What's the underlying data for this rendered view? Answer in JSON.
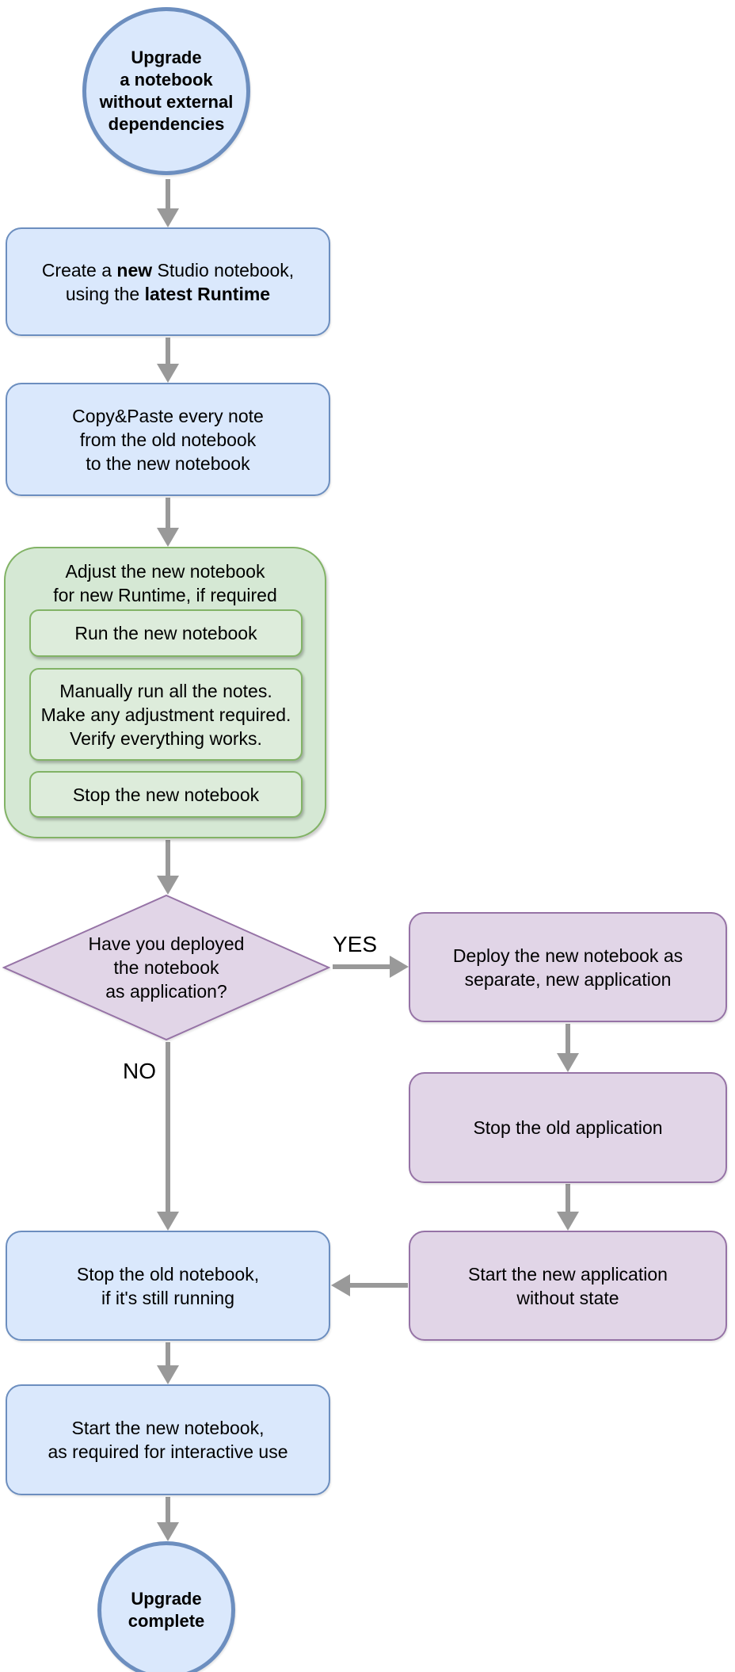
{
  "colors": {
    "blue_fill": "#dae8fc",
    "blue_stroke": "#6c8ebf",
    "circle_stroke": "#6c8ebf",
    "green_fill": "#d5e8d4",
    "green_sub_fill": "#ddecdb",
    "green_stroke": "#82b366",
    "purple_fill": "#e1d5e7",
    "purple_stroke": "#9673a6",
    "arrow": "#999999"
  },
  "labels": {
    "yes": "YES",
    "no": "NO"
  },
  "nodes": {
    "start": {
      "lines": [
        "Upgrade",
        "a notebook",
        "without external",
        "dependencies"
      ]
    },
    "create": {
      "lines": [
        "Create a **new** Studio notebook,",
        "using the **latest Runtime**"
      ]
    },
    "copy": {
      "lines": [
        "Copy&Paste every note",
        "from the old notebook",
        "to the new notebook"
      ]
    },
    "adjust_group": {
      "lines": [
        "Adjust the new notebook",
        "for new Runtime, if required"
      ]
    },
    "run": {
      "lines": [
        "Run the new notebook"
      ]
    },
    "manual": {
      "lines": [
        "Manually run all the notes.",
        "Make any adjustment required.",
        "Verify everything works."
      ]
    },
    "stop_new": {
      "lines": [
        "Stop the new notebook"
      ]
    },
    "decision": {
      "lines": [
        "Have you deployed",
        "the notebook",
        "as application?"
      ]
    },
    "deploy": {
      "lines": [
        "Deploy the new notebook as",
        "separate, new application"
      ]
    },
    "stop_old_app": {
      "lines": [
        "Stop the old application"
      ]
    },
    "start_new_app": {
      "lines": [
        "Start the new application",
        "without state"
      ]
    },
    "stop_old_nb": {
      "lines": [
        "Stop the old notebook,",
        "if it's still running"
      ]
    },
    "start_new_nb": {
      "lines": [
        "Start the new notebook,",
        "as required for interactive use"
      ]
    },
    "end": {
      "lines": [
        "Upgrade",
        "complete"
      ]
    }
  }
}
